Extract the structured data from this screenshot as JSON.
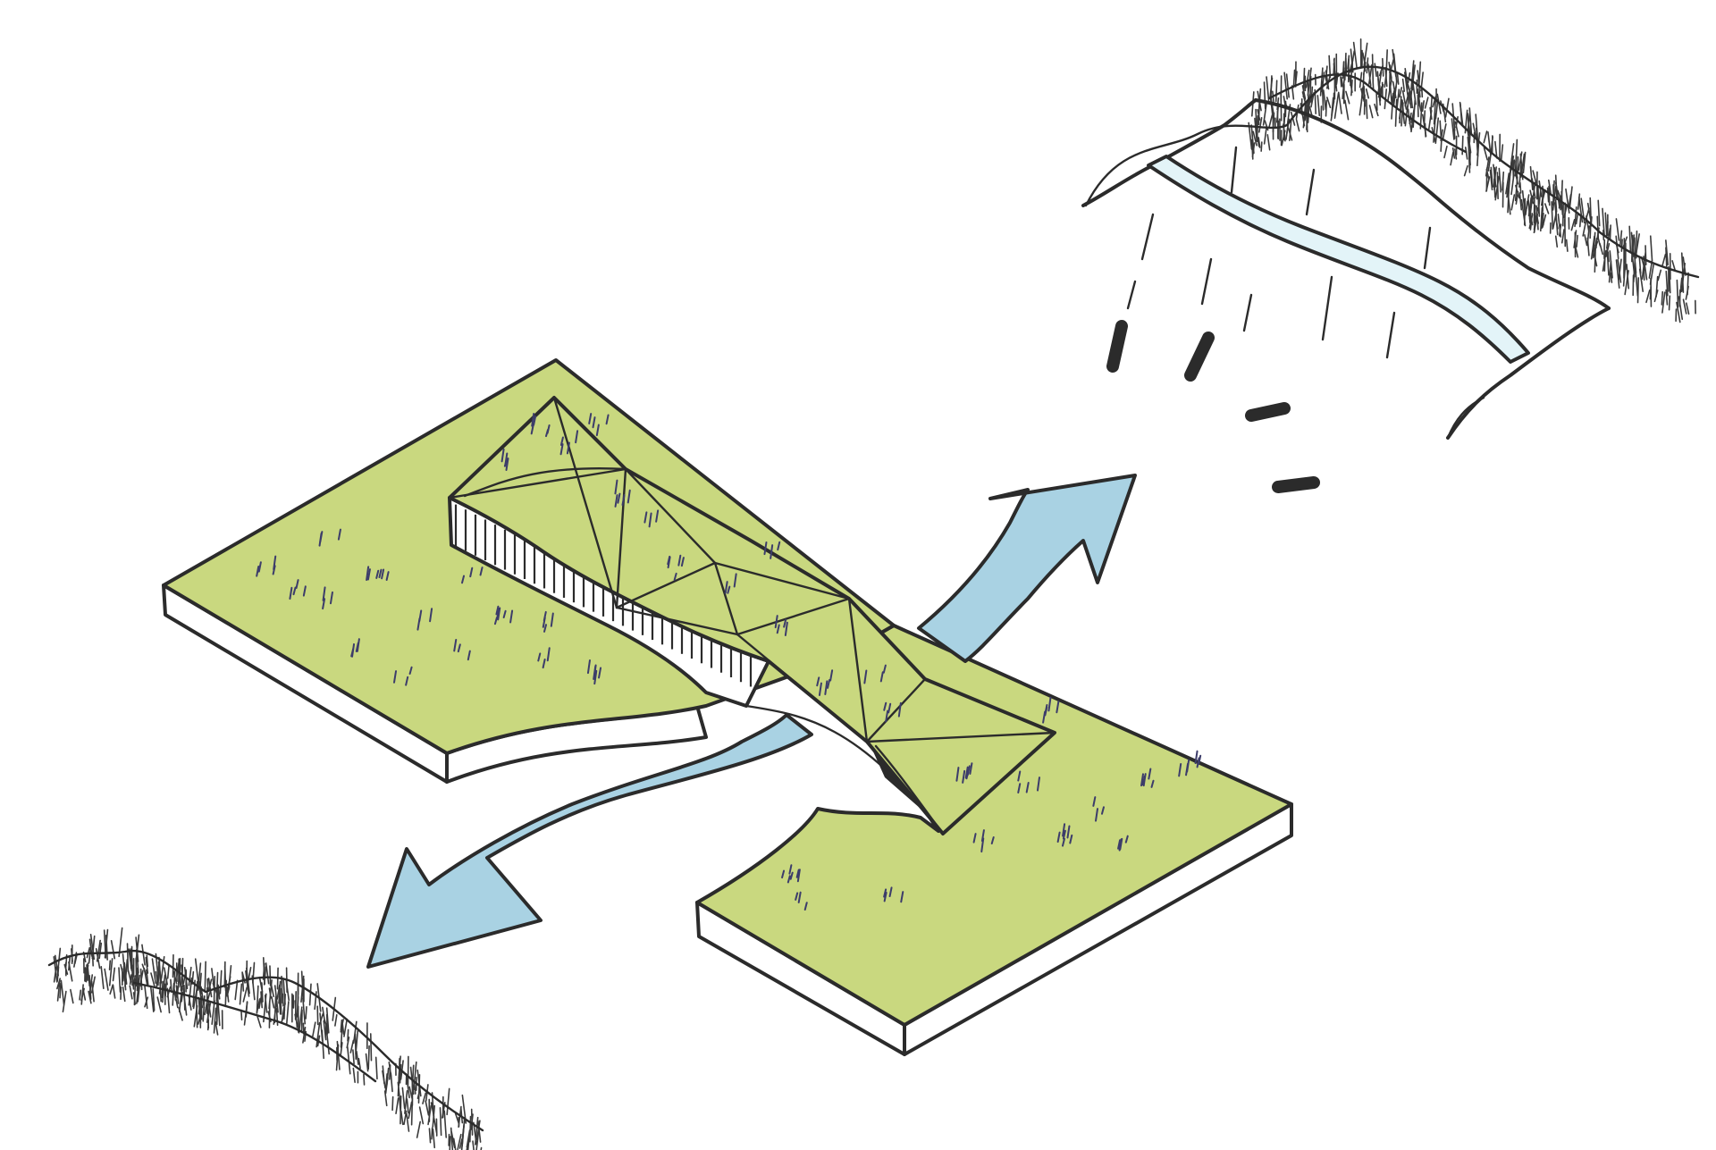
{
  "colors": {
    "grass": "#c9d87f",
    "water": "#a9d2e3",
    "river_far": "#e3f4f8",
    "ink": "#2b2b2b",
    "side": "#ffffff"
  },
  "elements": {
    "left_plate": "grass-platform",
    "right_plate": "grass-platform",
    "bridge": "triangulated-green-roof-bridge",
    "arrow_out": "flow-arrow",
    "arrow_in": "flow-arrow",
    "far_landscape": "hillside-with-river",
    "near_landscape": "shrub-hills"
  }
}
